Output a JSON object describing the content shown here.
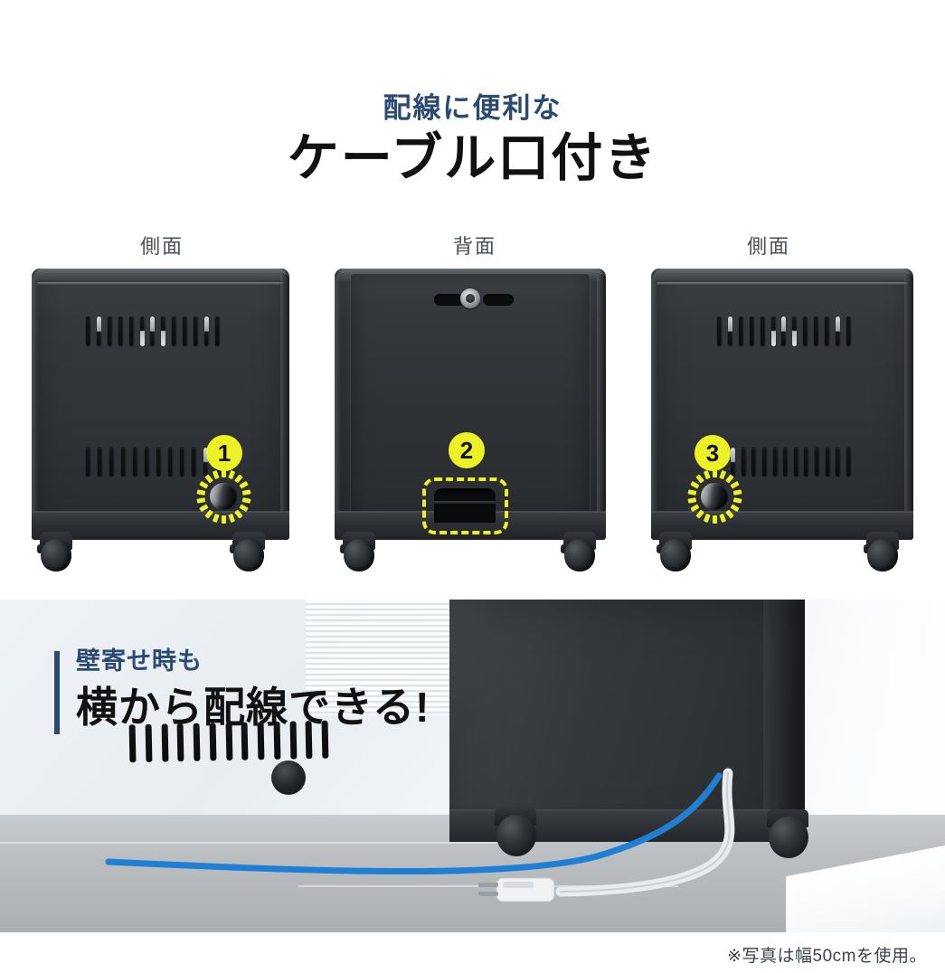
{
  "top": {
    "headline_sub": "配線に便利な",
    "headline_main": "ケーブル口付き",
    "panels": [
      {
        "label": "側面",
        "badge": "1",
        "port_type": "circle"
      },
      {
        "label": "背面",
        "badge": "2",
        "port_type": "rect"
      },
      {
        "label": "側面",
        "badge": "3",
        "port_type": "circle"
      }
    ]
  },
  "bottom": {
    "heading_sub": "壁寄せ時も",
    "heading_main": "横から配線できる!",
    "scene": {
      "cables": [
        "blue-lan-cable",
        "white-power-cable"
      ],
      "plug": "power-plug"
    }
  },
  "footer": {
    "note": "※写真は幅50cmを使用。"
  },
  "colors": {
    "accent_navy": "#2b4a72",
    "highlight_yellow": "#edf227",
    "text_black": "#111111",
    "label_gray": "#4a5158",
    "cabinet_dark": "#303337",
    "cable_blue": "#1f7fd4",
    "cable_white": "#f2f3f4"
  }
}
